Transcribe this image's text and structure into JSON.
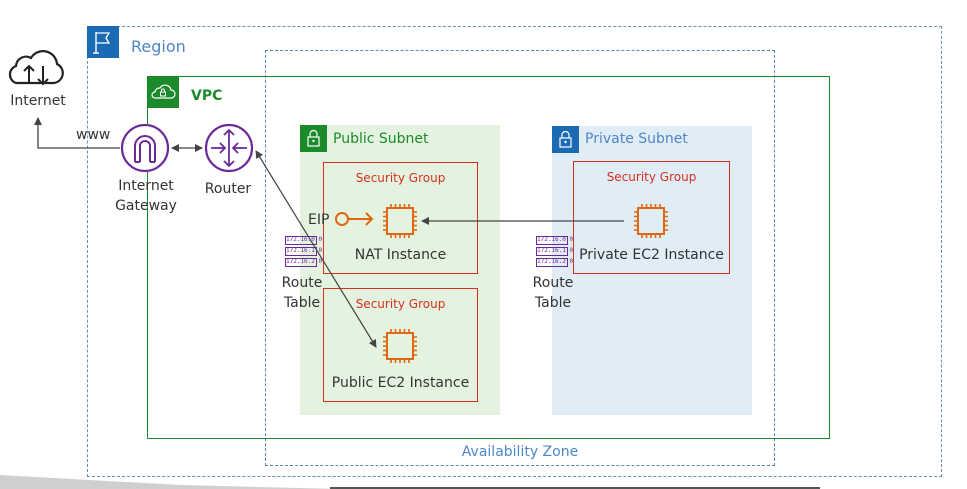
{
  "internet": {
    "label": "Internet",
    "icon": "cloud-upload-download-icon",
    "link_label": "www"
  },
  "region": {
    "label": "Region",
    "icon": "flag-icon",
    "color": "#1a6bb3"
  },
  "availability_zone": {
    "label": "Availability Zone"
  },
  "vpc": {
    "label": "VPC",
    "icon": "cloud-lock-icon",
    "color": "#1b8a2a"
  },
  "internet_gateway": {
    "label_line1": "Internet",
    "label_line2": "Gateway",
    "icon": "internet-gateway-icon",
    "color": "#6b2a9a"
  },
  "router": {
    "label": "Router",
    "icon": "router-icon",
    "color": "#6b2a9a"
  },
  "public_subnet": {
    "label": "Public Subnet",
    "icon": "lock-icon",
    "route_table": {
      "label_line1": "Route",
      "label_line2": "Table",
      "entries": [
        "172.16.0.0",
        "172.16.1.0",
        "172.16.2.0"
      ]
    },
    "nat_group": {
      "label": "Security Group",
      "instance": "NAT Instance",
      "eip_label": "EIP"
    },
    "public_group": {
      "label": "Security Group",
      "instance": "Public EC2 Instance"
    }
  },
  "private_subnet": {
    "label": "Private Subnet",
    "icon": "lock-icon",
    "route_table": {
      "label_line1": "Route",
      "label_line2": "Table",
      "entries": [
        "172.16.0.0",
        "172.16.1.0",
        "172.16.2.0"
      ]
    },
    "private_group": {
      "label": "Security Group",
      "instance": "Private EC2 Instance"
    }
  },
  "colors": {
    "security_group": "#d8301f",
    "ec2": "#e0660f",
    "public_subnet_bg": "#e3f3e0",
    "private_subnet_bg": "#e0edf7"
  }
}
